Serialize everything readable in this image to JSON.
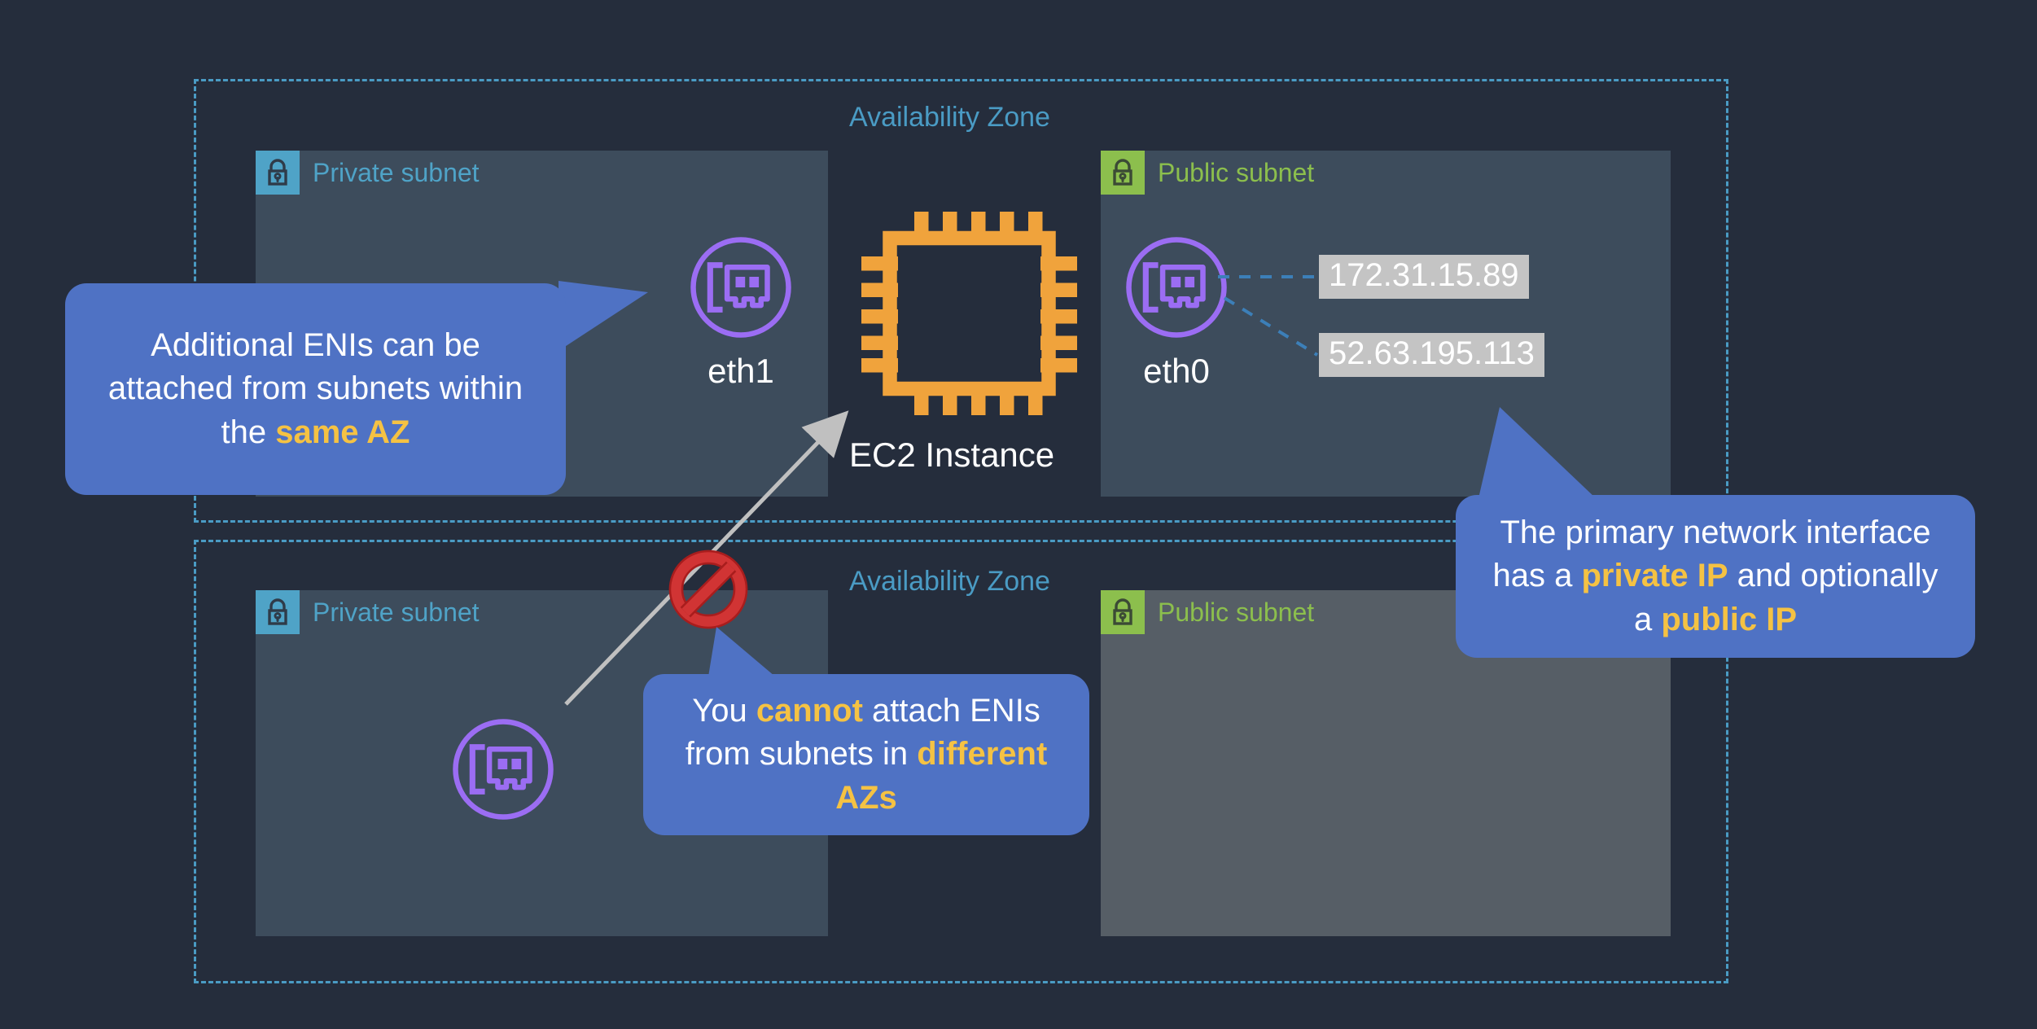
{
  "colors": {
    "background": "#252d3c",
    "subnet_panel": "#3d4c5c",
    "subnet_panel_alt": "#565e66",
    "az_border": "#4a9bc4",
    "private_accent": "#4fa3c7",
    "public_accent": "#8cbf4d",
    "eni_purple": "#9b6df3",
    "ec2_orange": "#f0a33c",
    "callout_blue": "#4f72c4",
    "emphasis_amber": "#f5c243",
    "ip_chip_bg": "#c4c4c4",
    "arrow_gray": "#c0c0c0",
    "prohibited_red": "#cc2222"
  },
  "zones": [
    {
      "label": "Availability Zone"
    },
    {
      "label": "Availability Zone"
    }
  ],
  "subnets": [
    {
      "name": "Private subnet",
      "type": "private",
      "icon": "lock-icon"
    },
    {
      "name": "Public subnet",
      "type": "public",
      "icon": "lock-icon"
    },
    {
      "name": "Private subnet",
      "type": "private",
      "icon": "lock-icon"
    },
    {
      "name": "Public subnet",
      "type": "public",
      "icon": "lock-icon"
    }
  ],
  "interfaces": [
    {
      "label": "eth1",
      "icon": "network-interface-icon"
    },
    {
      "label": "eth0",
      "icon": "network-interface-icon"
    },
    {
      "label": "",
      "icon": "network-interface-icon"
    }
  ],
  "compute": {
    "label": "EC2 Instance",
    "icon": "cpu-chip-icon"
  },
  "ip_addresses": [
    {
      "value": "172.31.15.89",
      "kind": "private"
    },
    {
      "value": "52.63.195.113",
      "kind": "public"
    }
  ],
  "callouts": [
    {
      "id": "same-az",
      "segments": [
        {
          "text": "Additional ENIs can be attached from subnets within the ",
          "emphasis": false
        },
        {
          "text": "same AZ",
          "emphasis": true
        }
      ]
    },
    {
      "id": "primary-interface",
      "segments": [
        {
          "text": "The primary network interface has a ",
          "emphasis": false
        },
        {
          "text": "private IP",
          "emphasis": true
        },
        {
          "text": " and optionally a ",
          "emphasis": false
        },
        {
          "text": "public IP",
          "emphasis": true
        }
      ]
    },
    {
      "id": "different-azs",
      "segments": [
        {
          "text": "You ",
          "emphasis": false
        },
        {
          "text": "cannot",
          "emphasis": true
        },
        {
          "text": " attach ENIs from subnets in ",
          "emphasis": false
        },
        {
          "text": "different AZs",
          "emphasis": true
        }
      ]
    }
  ],
  "annotations": {
    "blocked_icon": "prohibited-icon",
    "attach_arrow": "arrow-icon"
  }
}
